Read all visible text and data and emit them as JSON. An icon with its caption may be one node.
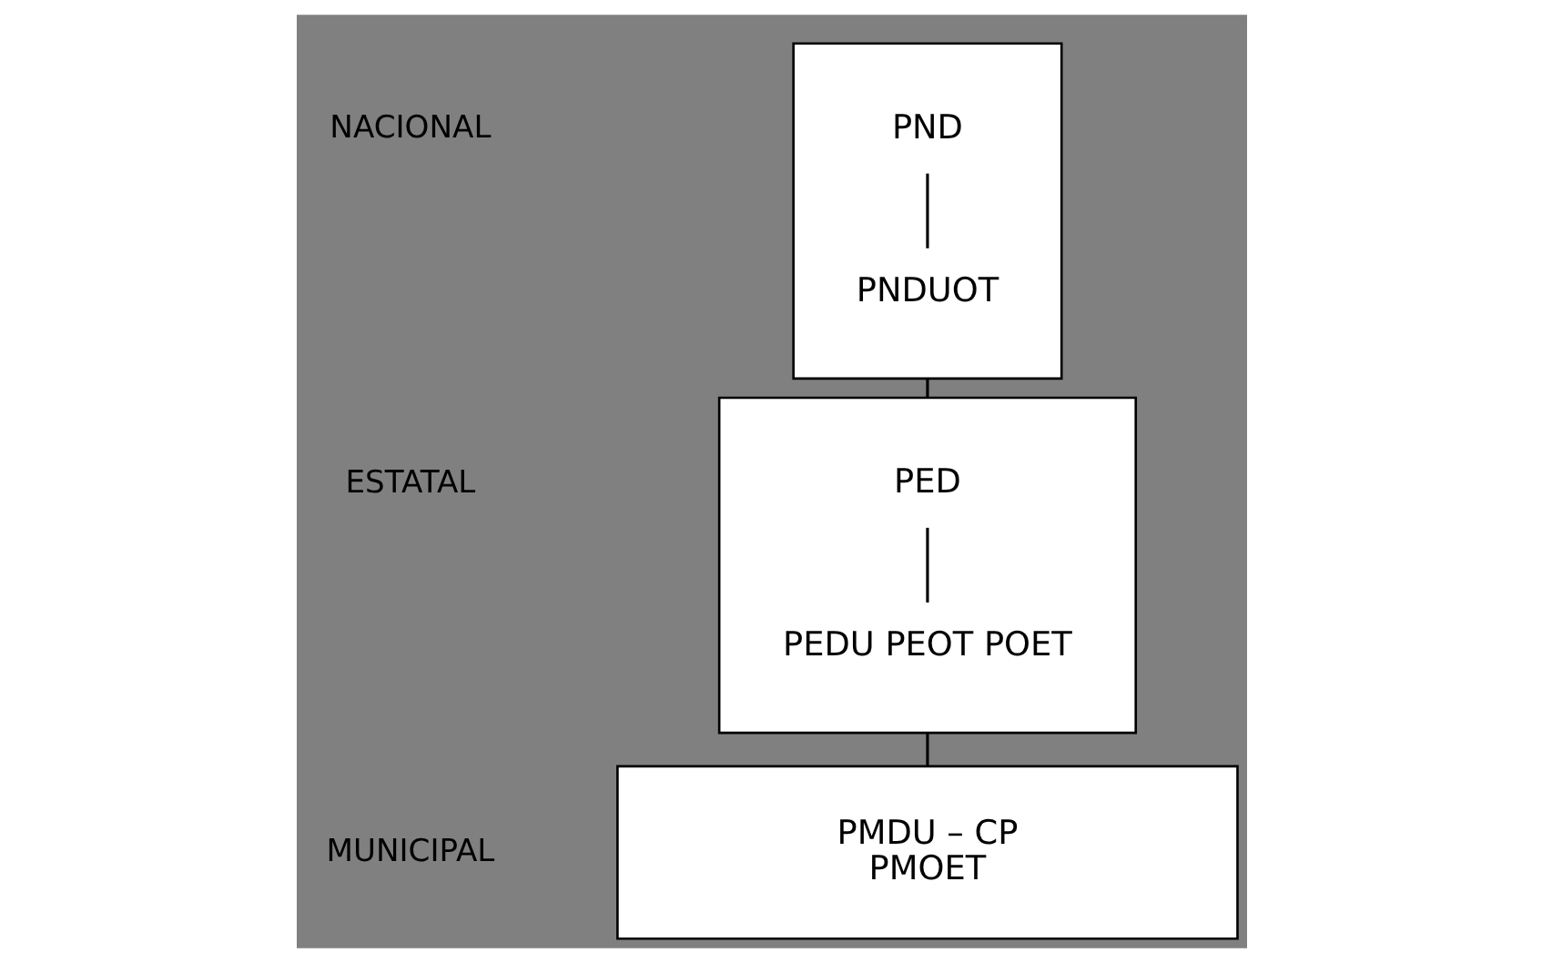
{
  "diagram": {
    "nodes": [
      {
        "text": [],
        "shape": "box"
      },
      {
        "text": [
          "PND"
        ],
        "in": 0
      },
      {
        "text": [
          "PNDUOT"
        ],
        "in": 0
      },
      {
        "text": [],
        "shape": "box"
      },
      {
        "text": [
          "PED"
        ],
        "in": 3
      },
      {
        "text": [
          "PEDU PEOT POET"
        ],
        "in": 3
      },
      {
        "text": [
          "PMDU – CP",
          "PMOET"
        ]
      }
    ],
    "edges": [
      {
        "from": 1,
        "to": 2,
        "arrow": "none"
      },
      {
        "from": 0,
        "to": 3,
        "arrow": "none"
      },
      {
        "from": 4,
        "to": 5,
        "arrow": "none"
      },
      {
        "from": 3,
        "to": 6,
        "arrow": "none"
      }
    ],
    "labels": [
      "NACIONAL",
      "ESTATAL",
      "MUNICIPAL"
    ]
  }
}
